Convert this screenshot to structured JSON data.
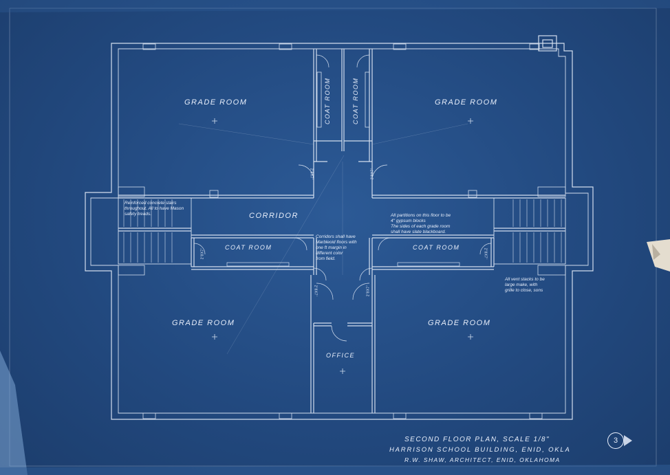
{
  "rooms": {
    "grade_room_nw": "Grade Room",
    "grade_room_ne": "Grade Room",
    "grade_room_sw": "Grade Room",
    "grade_room_se": "Grade Room",
    "coat_room_n_left": "Coat Room",
    "coat_room_n_right": "Coat Room",
    "coat_room_w": "Coat Room",
    "coat_room_e": "Coat Room",
    "corridor": "Corridor",
    "office": "Office"
  },
  "door_swing_label": "2'8x7'",
  "notes": {
    "stairs": [
      "Reinforced concrete stairs",
      "throughout. All to have Mason",
      "safety treads."
    ],
    "corridor_floors": [
      "Corridors shall have",
      "Marbleoid floors with",
      "one ft margin in",
      "different color",
      "from field."
    ],
    "partitions": [
      "All partitions on this floor to be",
      "4\" gypsum blocks",
      "The sides of each grade room",
      "shall have slate blackboard."
    ],
    "vent_stacks": [
      "All vent stacks to be",
      "large make, with",
      "grille to close, sons"
    ]
  },
  "title_block": {
    "plan_title": "Second Floor Plan, Scale 1/8\"",
    "project": "Harrison School Building, Enid, Okla",
    "architect": "R.W. Shaw, Architect, Enid, Oklahoma",
    "sheet_number": "3"
  },
  "colors": {
    "blueprint": "#22497f",
    "line": "#e3ebf8"
  }
}
